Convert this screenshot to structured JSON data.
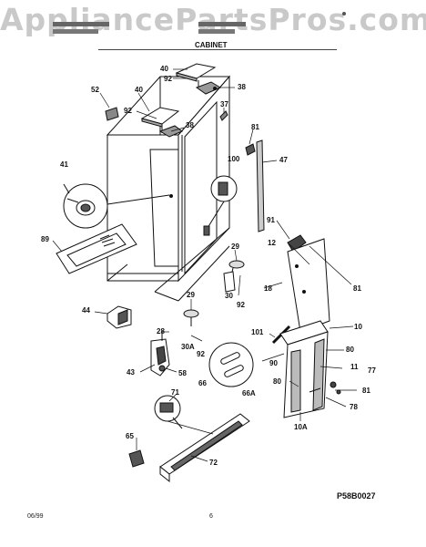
{
  "watermark": "AppliancePartsPros.com",
  "section_title": "CABINET",
  "footer": {
    "date": "06/99",
    "page": "6"
  },
  "model_code": "P58B0027",
  "callouts": {
    "c40a": "40",
    "c92a": "92",
    "c38a": "38",
    "c52": "52",
    "c40b": "40",
    "c37": "37",
    "c92b": "92",
    "c38b": "38",
    "c81a": "81",
    "c100": "100",
    "c47": "47",
    "c41": "41",
    "c89": "89",
    "c91": "91",
    "c12": "12",
    "c29a": "29",
    "c81b": "81",
    "c30a": "30",
    "c92c": "92",
    "c18": "18",
    "c29b": "29",
    "c44": "44",
    "c10": "10",
    "c101": "101",
    "c28": "28",
    "c30b": "30A",
    "c92d": "92",
    "c80a": "80",
    "c43": "43",
    "c58": "58",
    "c66": "66",
    "c90": "90",
    "c11": "11",
    "c77": "77",
    "c80b": "80",
    "c66a": "66A",
    "c81c": "81",
    "c78": "78",
    "c71": "71",
    "c10a": "10A",
    "c65": "65",
    "c72": "72"
  }
}
